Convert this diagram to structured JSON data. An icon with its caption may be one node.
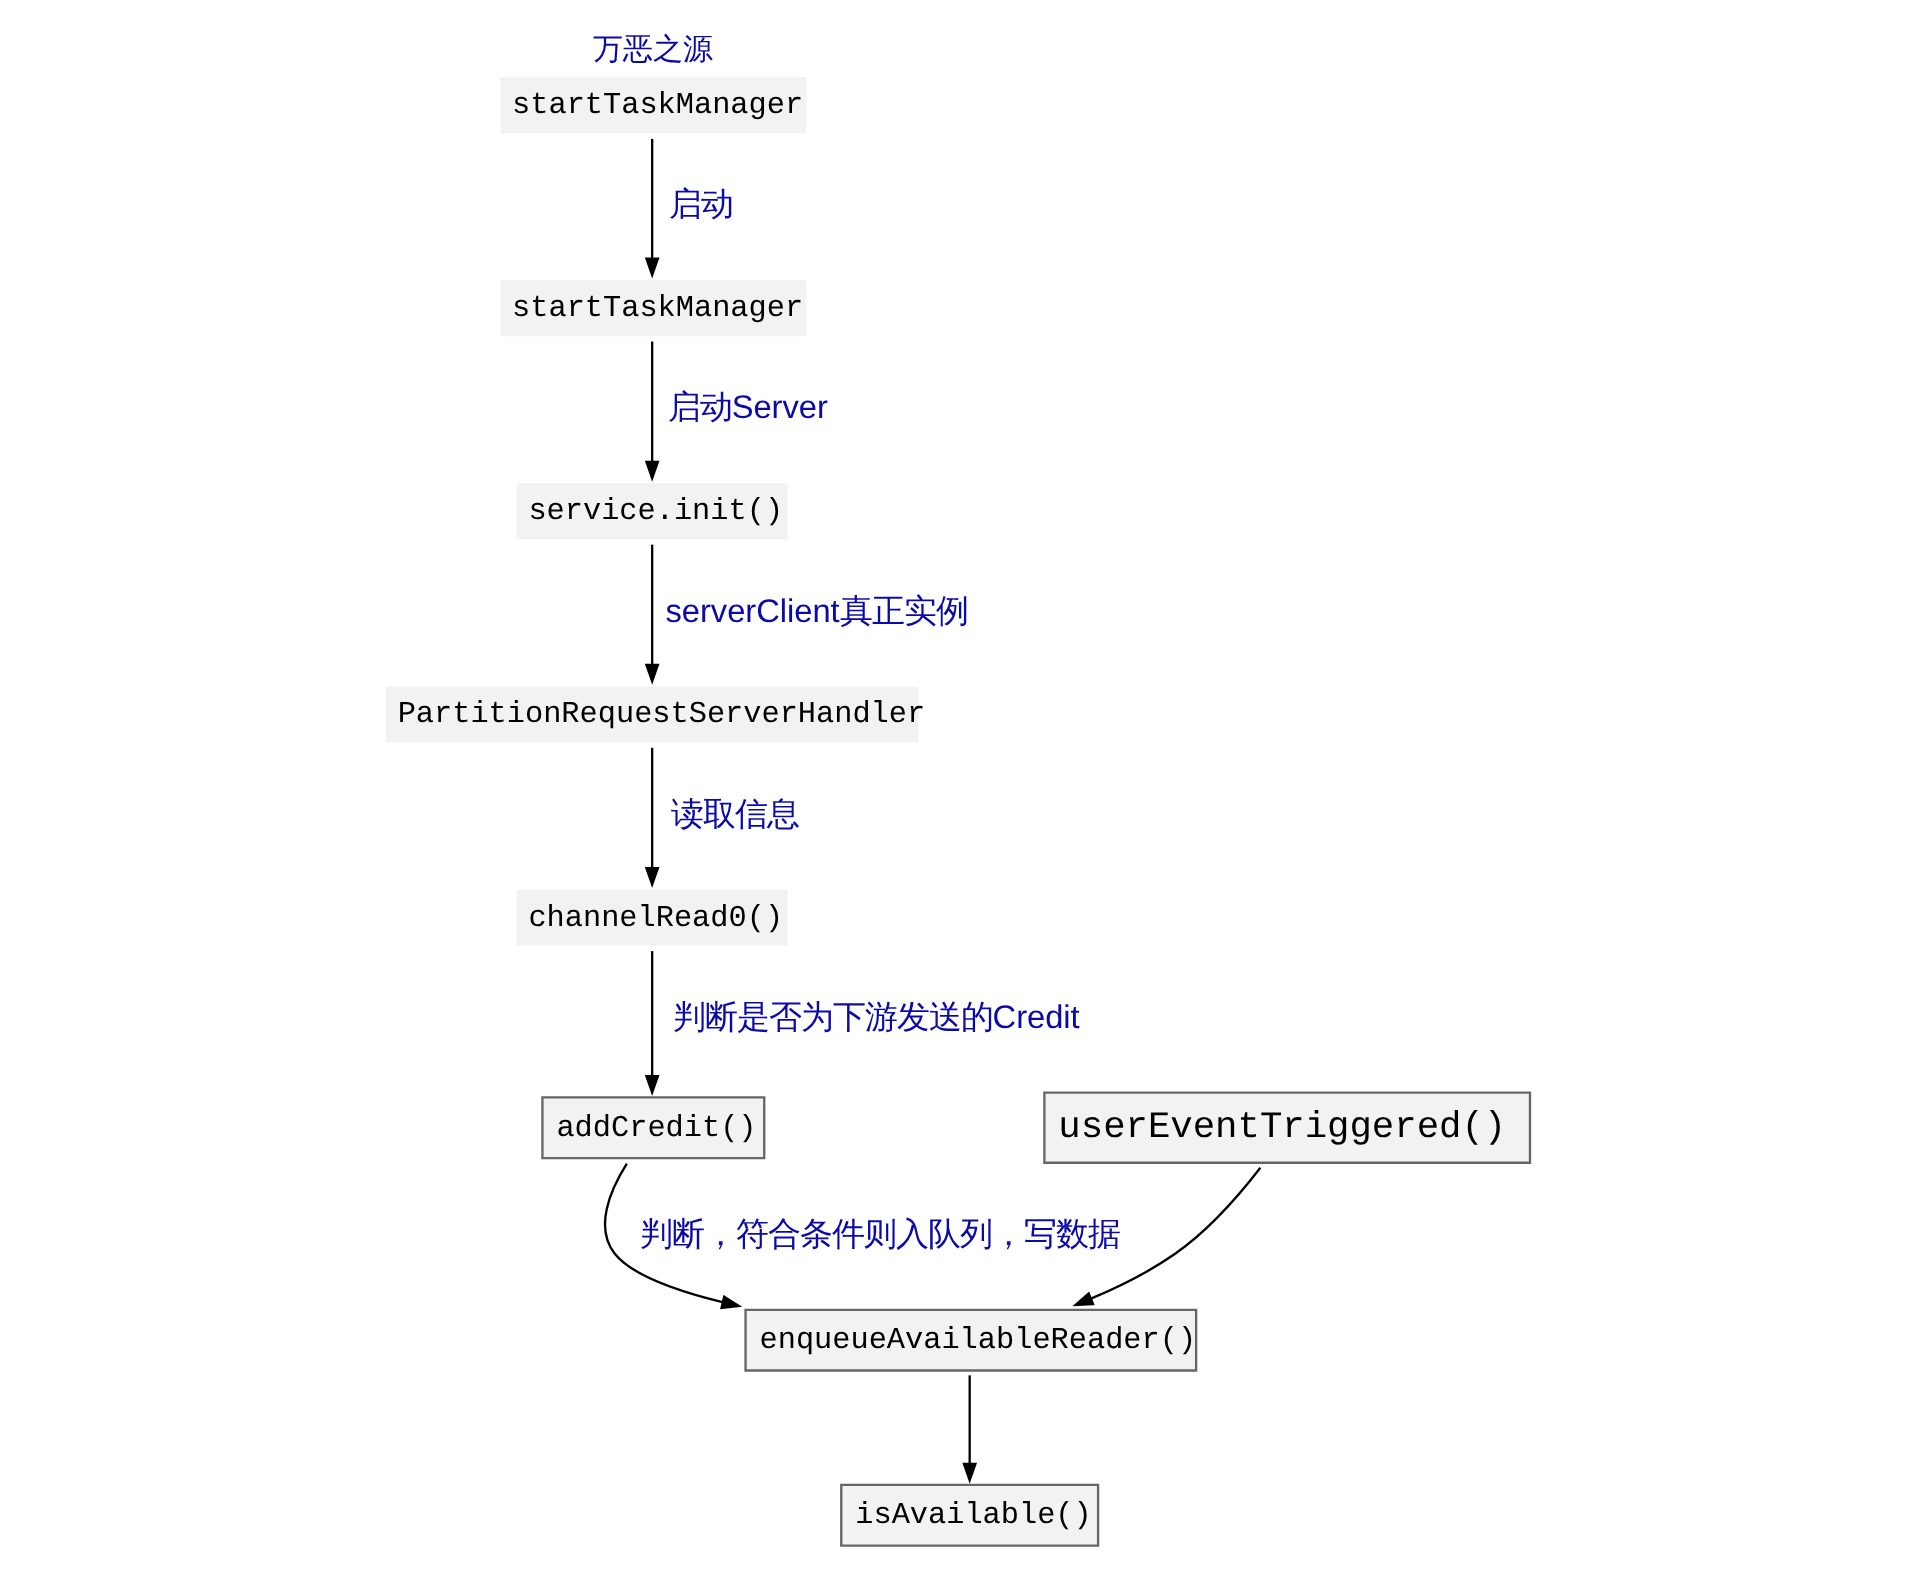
{
  "diagram": {
    "nodes": [
      {
        "text": [
          "startTaskManager"
        ],
        "beside": [
          "万恶之源"
        ]
      },
      {
        "text": [
          "startTaskManager"
        ]
      },
      {
        "text": [
          "service.init()"
        ]
      },
      {
        "text": [
          "PartitionRequestServerHandler"
        ]
      },
      {
        "text": [
          "channelRead0()"
        ]
      },
      {
        "text": [
          "addCredit()"
        ]
      },
      {
        "text": [
          "enqueueAvailableReader()"
        ]
      },
      {
        "text": [
          "isAvailable()"
        ]
      },
      {
        "text": [
          "userEventTriggered()"
        ]
      }
    ],
    "edges": [
      {
        "from": 0,
        "to": 1,
        "arrow": "to",
        "label": "启动"
      },
      {
        "from": 1,
        "to": 2,
        "arrow": "to",
        "label": "启动Server"
      },
      {
        "from": 2,
        "to": 3,
        "arrow": "to",
        "label": "serverClient真正实例"
      },
      {
        "from": 3,
        "to": 4,
        "arrow": "to",
        "label": "读取信息"
      },
      {
        "from": 4,
        "to": 5,
        "arrow": "to",
        "label": "判断是否为下游发送的Credit"
      },
      {
        "from": 5,
        "to": 6,
        "arrow": "to",
        "label": "判断，符合条件则入队列，写数据"
      },
      {
        "from": 6,
        "to": 7,
        "arrow": "to"
      },
      {
        "from": 8,
        "to": 6,
        "arrow": "to"
      }
    ]
  }
}
